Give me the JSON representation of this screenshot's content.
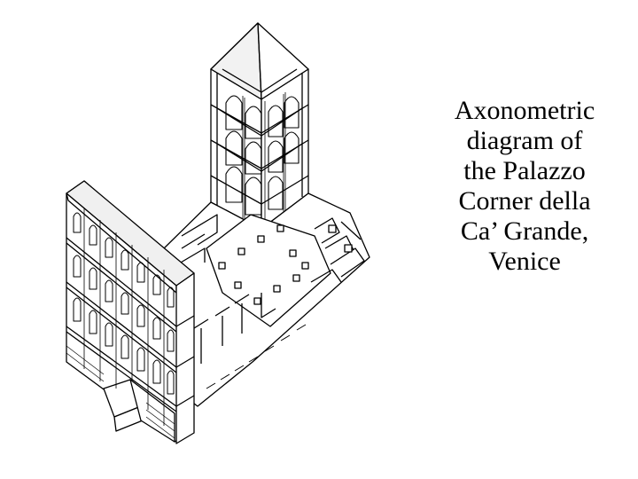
{
  "caption": {
    "lines": [
      "Axonometric",
      "diagram of",
      "the Palazzo",
      "Corner della",
      "Ca’ Grande,",
      "Venice"
    ]
  },
  "colors": {
    "ink": "#000000",
    "paper": "#ffffff"
  }
}
